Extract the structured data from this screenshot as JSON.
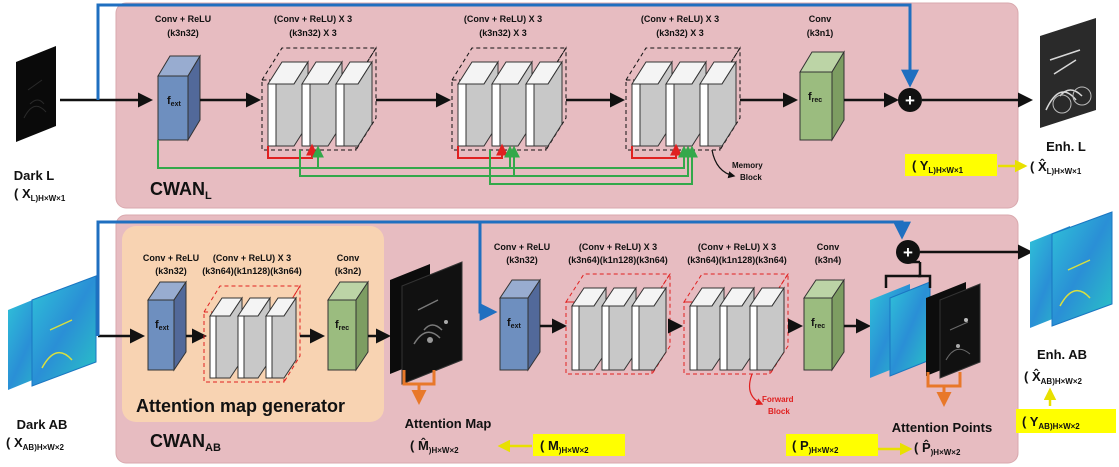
{
  "colors": {
    "panel": "#e7bcc1",
    "panel_border": "#d9a9ae",
    "generator": "#f8d3b2",
    "conv_ext": "#6e8fbf",
    "conv_rec": "#9bbc7f",
    "plane_gray": "#c8c8c8",
    "arrow_blue": "#1f6fc0",
    "arrow_red": "#e02020",
    "arrow_green": "#33a84a",
    "arrow_orange": "#e8782a",
    "highlight": "#ffff00",
    "arrow_yellow": "#e8e000"
  },
  "top": {
    "input_label": "Dark L",
    "input_var": "( X",
    "input_sub": "L",
    "input_dims": ")H×W×1",
    "panel_title": "CWAN",
    "panel_title_sub": "L",
    "conv1": {
      "title": "Conv + ReLU",
      "spec": "(k3n32)",
      "block": "f",
      "block_sub": "ext"
    },
    "rb1": {
      "title": "(Conv + ReLU) X 3",
      "spec": "(k3n32) X 3"
    },
    "rb2": {
      "title": "(Conv + ReLU) X 3",
      "spec": "(k3n32) X 3"
    },
    "rb3": {
      "title": "(Conv + ReLU) X 3",
      "spec": "(k3n32) X 3"
    },
    "conv_out": {
      "title": "Conv",
      "spec": "(k3n1)",
      "block": "f",
      "block_sub": "rec"
    },
    "memory_label_1": "Memory",
    "memory_label_2": "Block",
    "plus": "+",
    "output_label": "Enh. L",
    "gt_var": "( Y",
    "gt_sub": "L",
    "gt_dims": ")H×W×1",
    "out_var": "( X̂",
    "out_sub": "L",
    "out_dims": ")H×W×1"
  },
  "bottom": {
    "input_label": "Dark AB",
    "input_var": "( X",
    "input_sub": "AB",
    "input_dims": ")H×W×2",
    "panel_title": "CWAN",
    "panel_title_sub": "AB",
    "generator_label": "Attention map generator",
    "g_conv1": {
      "title": "Conv + ReLU",
      "spec": "(k3n32)",
      "block": "f",
      "block_sub": "ext"
    },
    "g_rb": {
      "title": "(Conv + ReLU) X 3",
      "spec": "(k3n64)(k1n128)(k3n64)"
    },
    "g_conv_out": {
      "title": "Conv",
      "spec": "(k3n2)",
      "block": "f",
      "block_sub": "rec"
    },
    "attention_map_label": "Attention Map",
    "m_hat_var": "( M̂",
    "m_hat_dims": ")H×W×2",
    "m_var": "( M",
    "m_dims": ")H×W×2",
    "conv1": {
      "title": "Conv + ReLU",
      "spec": "(k3n32)",
      "block": "f",
      "block_sub": "ext"
    },
    "rb1": {
      "title": "(Conv + ReLU) X 3",
      "spec": "(k3n64)(k1n128)(k3n64)"
    },
    "rb2": {
      "title": "(Conv + ReLU) X 3",
      "spec": "(k3n64)(k1n128)(k3n64)"
    },
    "conv_out": {
      "title": "Conv",
      "spec": "(k3n4)",
      "block": "f",
      "block_sub": "rec"
    },
    "forward_label_1": "Forward",
    "forward_label_2": "Block",
    "plus": "+",
    "attention_points_label": "Attention Points",
    "p_var": "( P",
    "p_dims": ")H×W×2",
    "p_hat_var": "( P̂",
    "p_hat_dims": ")H×W×2",
    "output_label": "Enh. AB",
    "out_var": "( X̂",
    "out_sub": "AB",
    "out_dims": ")H×W×2",
    "gt_var": "( Y",
    "gt_sub": "AB",
    "gt_dims": ")H×W×2"
  }
}
